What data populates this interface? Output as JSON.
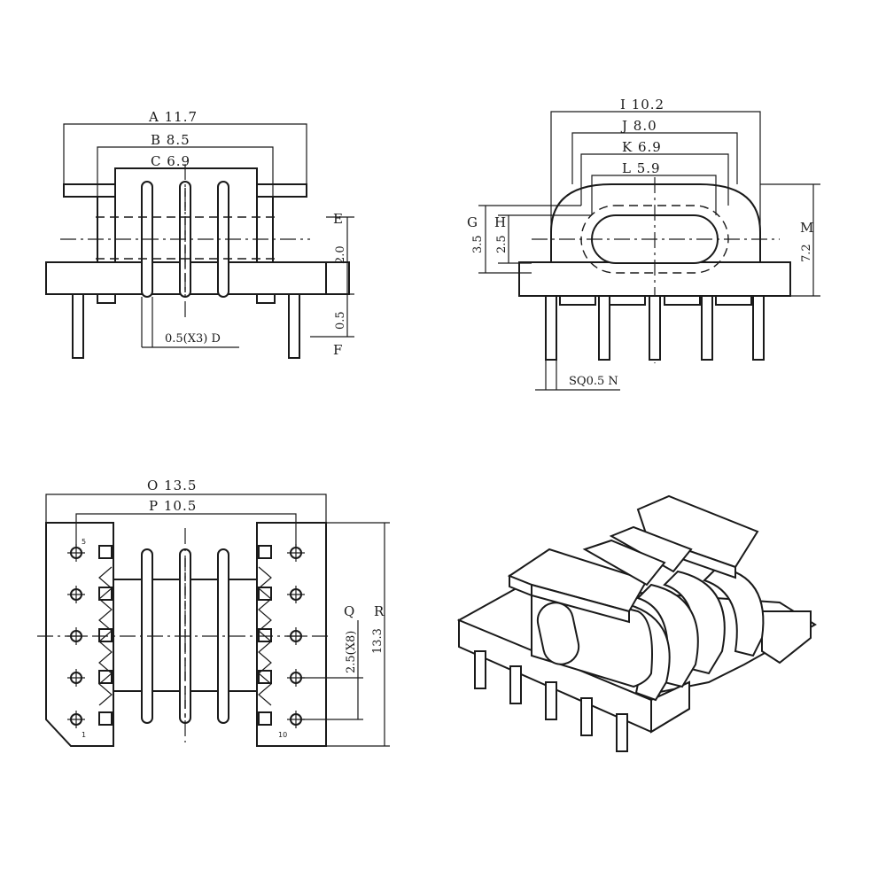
{
  "front_view": {
    "dims": {
      "A": "A 11.7",
      "B": "B 8.5",
      "C": "C 6.9",
      "D": "0.5(X3) D",
      "E_letter": "E",
      "E_value": "2.0",
      "F_letter": "F",
      "F_value": "0.5"
    }
  },
  "side_view": {
    "dims": {
      "I": "I 10.2",
      "J": "J 8.0",
      "K": "K 6.9",
      "L": "L 5.9",
      "G_letter": "G",
      "G_value": "3.5",
      "H_letter": "H",
      "H_value": "2.5",
      "M_letter": "M",
      "M_value": "7.2",
      "N": "SQ0.5 N"
    }
  },
  "top_view": {
    "dims": {
      "O": "O 13.5",
      "P": "P 10.5",
      "Q_letter": "Q",
      "Q_value": "2.5(X8)",
      "R_letter": "R",
      "R_value": "13.3"
    },
    "pin_numbers": {
      "first": "1",
      "last": "10",
      "top": "5"
    }
  }
}
